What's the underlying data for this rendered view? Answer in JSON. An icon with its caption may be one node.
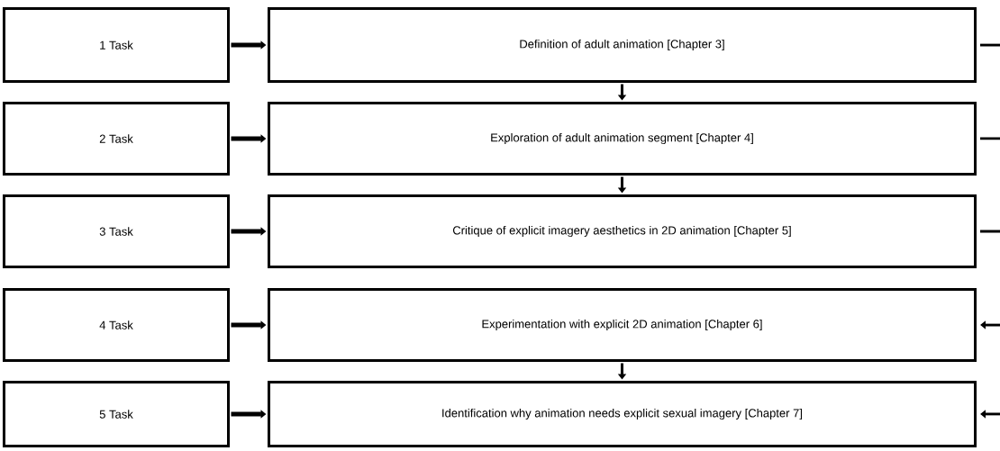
{
  "diagram": {
    "nodes": [
      {
        "text": [
          "1 Task"
        ]
      },
      {
        "text": [
          "Definition of adult animation [Chapter 3]"
        ]
      },
      {
        "text": [
          "2 Task"
        ]
      },
      {
        "text": [
          "Exploration of adult animation segment [Chapter 4]"
        ]
      },
      {
        "text": [
          "3 Task"
        ]
      },
      {
        "text": [
          "Critique of explicit imagery aesthetics in 2D animation [Chapter 5]"
        ]
      },
      {
        "text": [
          "4 Task"
        ]
      },
      {
        "text": [
          "Experimentation with explicit 2D animation [Chapter 6]"
        ]
      },
      {
        "text": [
          "5 Task"
        ]
      },
      {
        "text": [
          "Identification why animation needs explicit sexual imagery [Chapter 7]"
        ]
      }
    ],
    "edges": [
      {
        "from": 0,
        "to": 1,
        "arrow": "to"
      },
      {
        "from": 2,
        "to": 3,
        "arrow": "to"
      },
      {
        "from": 4,
        "to": 5,
        "arrow": "to"
      },
      {
        "from": 6,
        "to": 7,
        "arrow": "to"
      },
      {
        "from": 8,
        "to": 9,
        "arrow": "to"
      },
      {
        "from": 1,
        "to": 3,
        "arrow": "to"
      },
      {
        "from": 3,
        "to": 5,
        "arrow": "to"
      },
      {
        "from": 7,
        "to": 9,
        "arrow": "to"
      },
      {
        "from": 1,
        "to": null,
        "arrow": "none"
      },
      {
        "from": 3,
        "to": null,
        "arrow": "none"
      },
      {
        "from": 5,
        "to": null,
        "arrow": "none"
      },
      {
        "from": null,
        "to": 7,
        "arrow": "to"
      },
      {
        "from": null,
        "to": 9,
        "arrow": "to"
      }
    ]
  }
}
